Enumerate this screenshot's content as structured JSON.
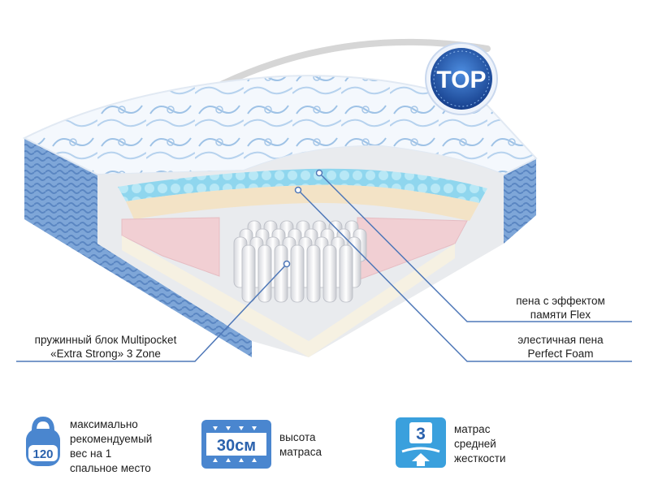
{
  "badge": {
    "label": "TOP"
  },
  "callouts": {
    "memory_foam": {
      "line1": "пена с эффектом",
      "line2": "памяти Flex"
    },
    "elastic_foam": {
      "line1": "элестичная пена",
      "line2": "Perfect Foam"
    },
    "spring_block": {
      "line1": "пружинный блок Multipocket",
      "line2": "«Extra Strong» 3 Zone"
    }
  },
  "features": [
    {
      "icon": "kettlebell-icon",
      "icon_value": "120",
      "lines": [
        "максимально",
        "рекомендуемый",
        "вес на 1",
        "спальное место"
      ]
    },
    {
      "icon": "height-30cm-icon",
      "icon_value": "30см",
      "lines": [
        "высота",
        "матраса"
      ]
    },
    {
      "icon": "firmness-3-icon",
      "icon_value": "3",
      "lines": [
        "матрас",
        "средней",
        "жесткости"
      ]
    }
  ],
  "colors": {
    "accent_blue": "#3b7fd0",
    "dark_blue": "#1f4f9c",
    "pink_foam": "#f1cfd3",
    "cream_foam": "#f3e3c6",
    "memory_foam": "#9fdcef"
  }
}
